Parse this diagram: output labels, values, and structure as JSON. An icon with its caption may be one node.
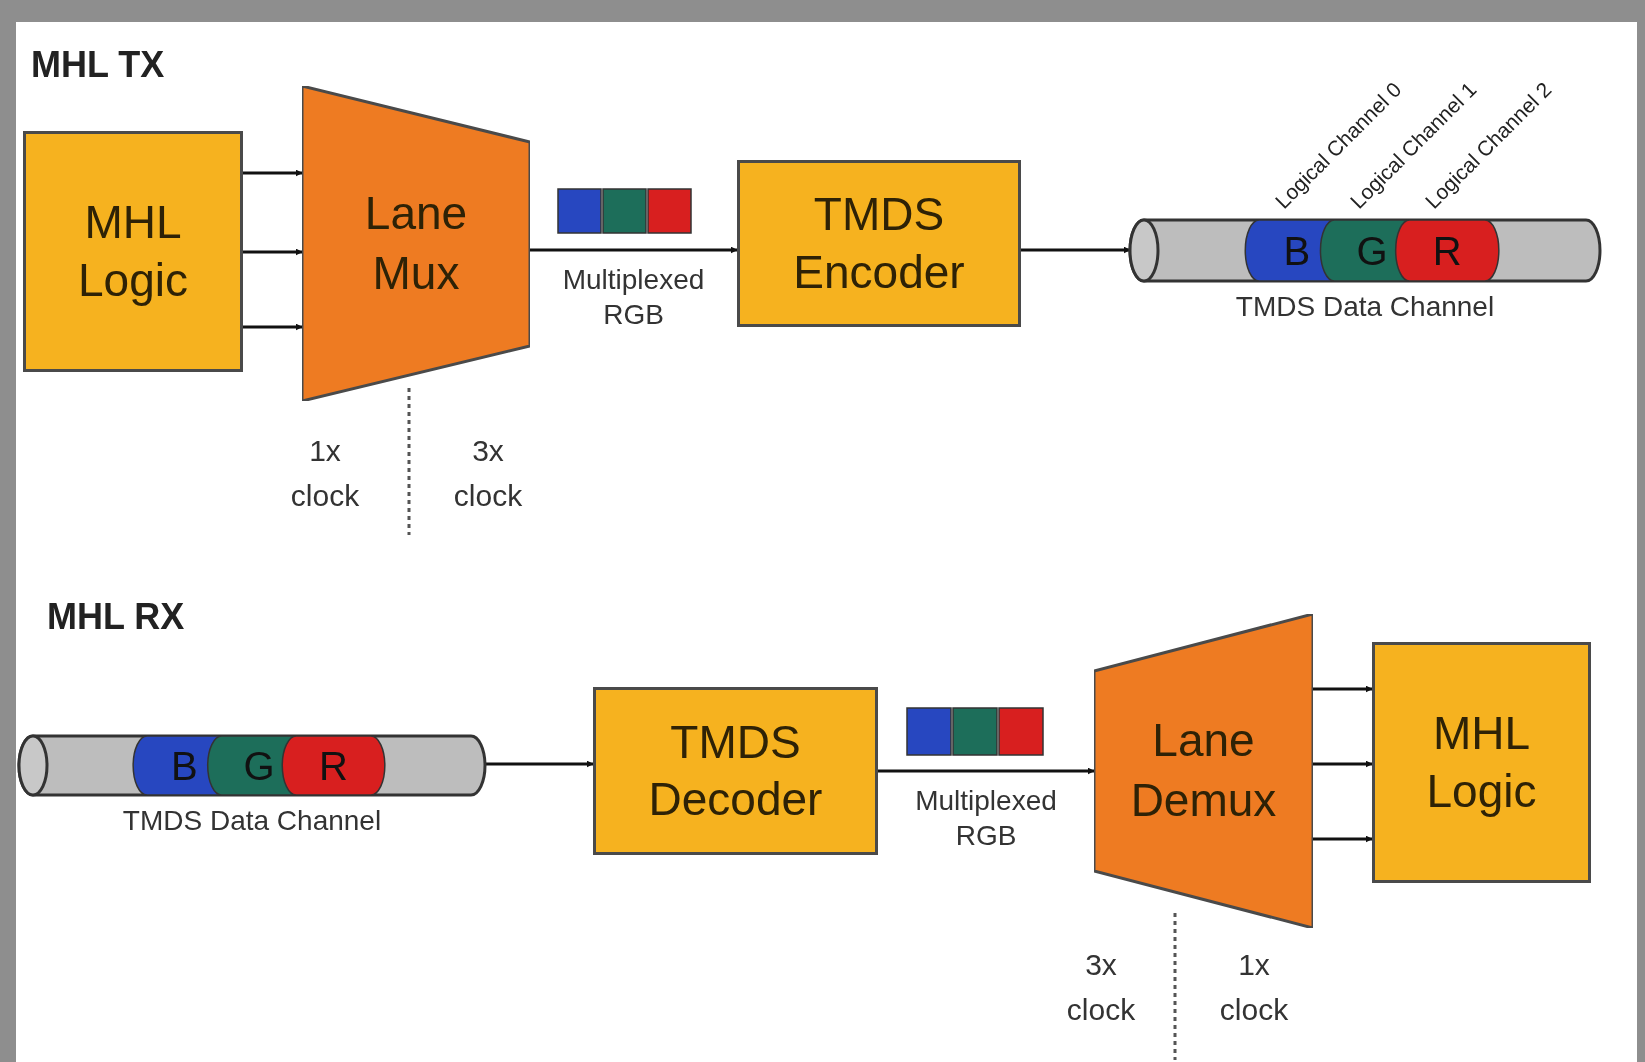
{
  "diagram": {
    "nodes": [
      {
        "text": [
          "MHL Logic"
        ]
      },
      {
        "text": [
          "Lane Mux"
        ]
      },
      {
        "text": [
          "TMDS Encoder"
        ]
      },
      {
        "text": [
          "B",
          "G",
          "R"
        ],
        "beside": [
          "Logical Channel 0",
          "Logical Channel 1",
          "Logical Channel 2",
          "TMDS Data Channel"
        ]
      },
      {
        "text": [
          "B",
          "G",
          "R"
        ],
        "beside": [
          "TMDS Data Channel"
        ]
      },
      {
        "text": [
          "TMDS Decoder"
        ]
      },
      {
        "text": [
          "Lane Demux"
        ]
      },
      {
        "text": [
          "MHL Logic"
        ]
      }
    ],
    "edges": [
      {
        "from": 0,
        "to": 1,
        "arrow": "to"
      },
      {
        "from": 0,
        "to": 1,
        "arrow": "to"
      },
      {
        "from": 0,
        "to": 1,
        "arrow": "to"
      },
      {
        "from": 1,
        "to": 2,
        "arrow": "to",
        "label": "Multiplexed RGB"
      },
      {
        "from": 2,
        "to": 3,
        "arrow": "to"
      },
      {
        "from": 4,
        "to": 5,
        "arrow": "to"
      },
      {
        "from": 5,
        "to": 6,
        "arrow": "to",
        "label": "Multiplexed RGB"
      },
      {
        "from": 6,
        "to": 7,
        "arrow": "to"
      },
      {
        "from": 6,
        "to": 7,
        "arrow": "to"
      },
      {
        "from": 6,
        "to": 7,
        "arrow": "to"
      }
    ],
    "labels": [
      "MHL TX",
      "1x clock",
      "3x clock",
      "MHL RX",
      "3x clock",
      "1x clock"
    ]
  }
}
